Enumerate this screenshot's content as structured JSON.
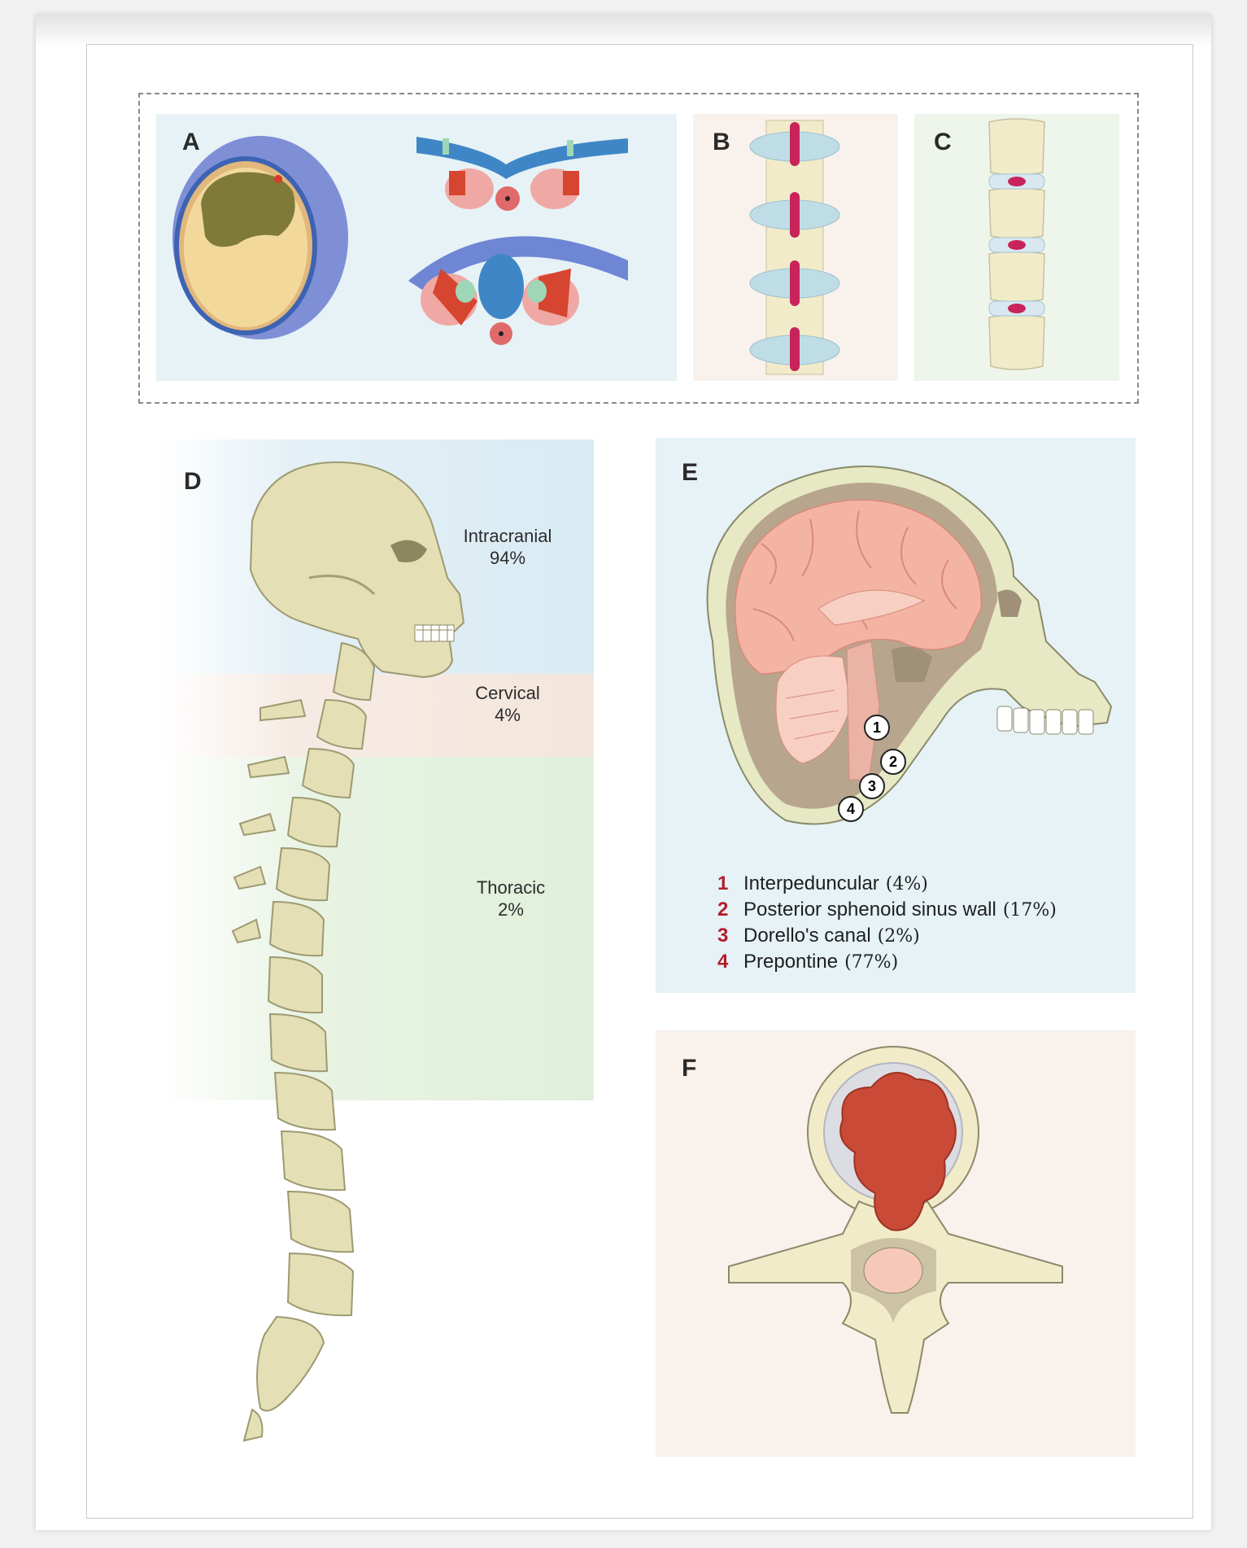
{
  "panels": {
    "a": "A",
    "b": "B",
    "c": "C",
    "d": "D",
    "e": "E",
    "f": "F"
  },
  "spine_regions": [
    {
      "name": "Intracranial",
      "value": "94%"
    },
    {
      "name": "Cervical",
      "value": "4%"
    },
    {
      "name": "Thoracic",
      "value": "2%"
    }
  ],
  "legend": [
    {
      "num": "1",
      "label": "Interpeduncular",
      "pct": "(4%)"
    },
    {
      "num": "2",
      "label": "Posterior sphenoid sinus wall",
      "pct": "(17%)"
    },
    {
      "num": "3",
      "label": "Dorello's canal",
      "pct": "(2%)"
    },
    {
      "num": "4",
      "label": "Prepontine",
      "pct": "(77%)"
    }
  ],
  "markers": [
    "1",
    "2",
    "3",
    "4"
  ],
  "colors": {
    "dura_blue": "#7f8fd6",
    "bone": "#e9e2bf",
    "tumor_red": "#c94b37",
    "lesion_magenta": "#c8235a",
    "brain_pink": "#f4b4a4",
    "panel_blue_bg": "#e6f2f6",
    "panel_green_bg": "#eef5ea",
    "panel_peach_bg": "#f8f1ec"
  }
}
